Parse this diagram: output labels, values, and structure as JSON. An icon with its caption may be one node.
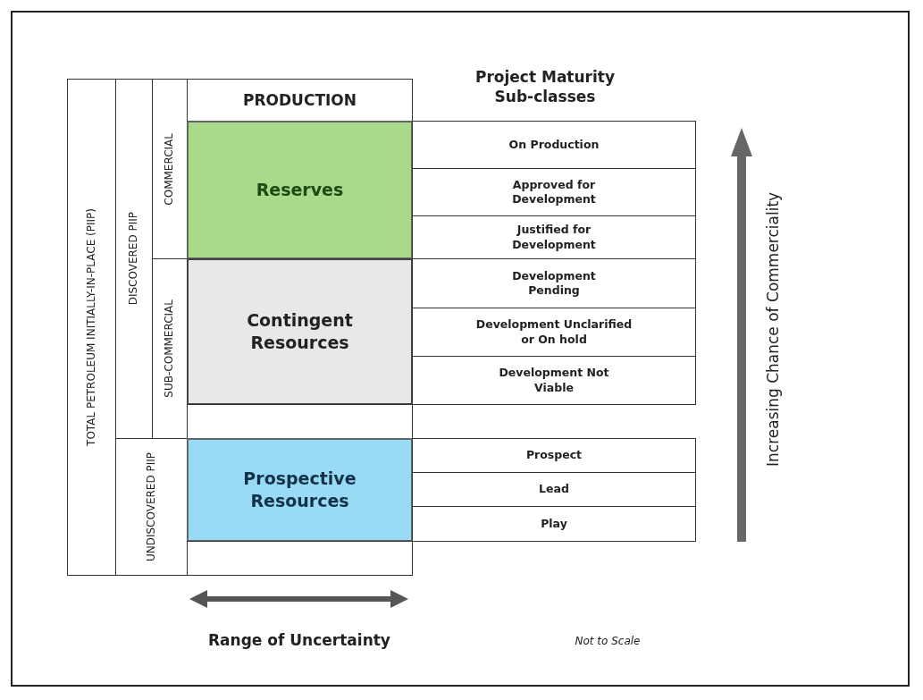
{
  "diagram": {
    "nodes": [
      {
        "text": [
          "TOTAL PETROLEUM INITIALLY-IN-PLACE (PIIP)"
        ]
      },
      {
        "text": [
          "DISCOVERED PIIP"
        ]
      },
      {
        "text": [
          "COMMERCIAL"
        ]
      },
      {
        "text": [
          "PRODUCTION"
        ]
      },
      {
        "text": [
          "Reserves"
        ]
      },
      {
        "text": [
          "On Production"
        ]
      },
      {
        "text": [
          "Approved for Development"
        ]
      },
      {
        "text": [
          "Justified for Development"
        ]
      },
      {
        "text": [
          "SUB-COMMERCIAL"
        ]
      },
      {
        "text": [
          "Contingent Resources"
        ]
      },
      {
        "text": [
          "Development Pending"
        ]
      },
      {
        "text": [
          "Development Unclarified or On hold"
        ]
      },
      {
        "text": [
          "Development Not Viable"
        ]
      },
      {
        "text": [],
        "shape": "box"
      },
      {
        "text": [
          "UNDISCOVERED PIIP"
        ]
      },
      {
        "text": [
          "Prospective Resources"
        ]
      },
      {
        "text": [
          "Prospect"
        ]
      },
      {
        "text": [
          "Lead"
        ]
      },
      {
        "text": [
          "Play"
        ]
      },
      {
        "text": [],
        "shape": "box"
      }
    ],
    "edges": [],
    "labels": [
      "Project Maturity Sub-classes",
      "Increasing Chance of Commerciality",
      "Range of Uncertainty",
      "Not to Scale"
    ]
  }
}
